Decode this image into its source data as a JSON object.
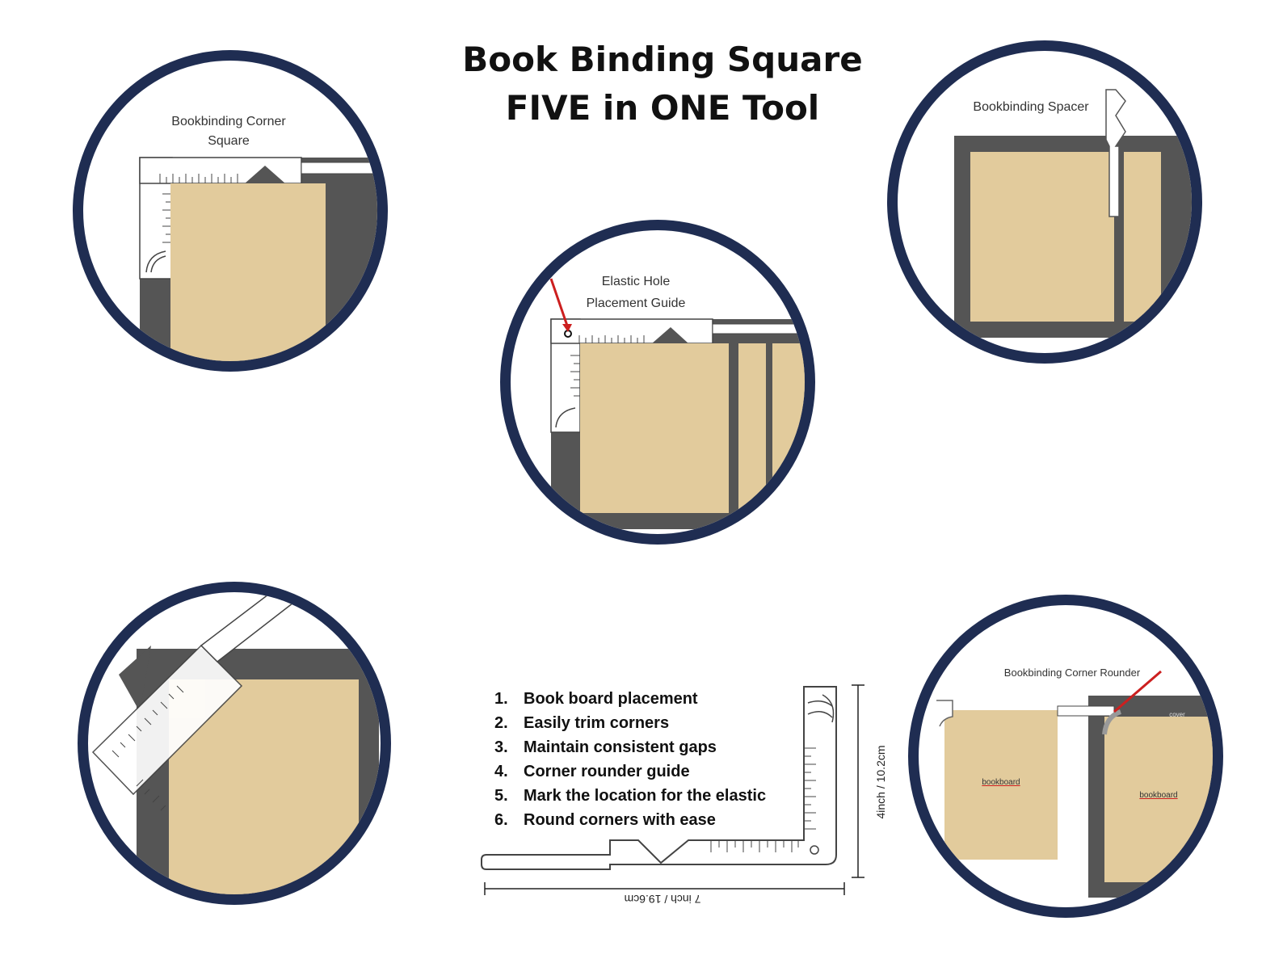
{
  "title": {
    "line1": "Book Binding Square",
    "line2": "FIVE in ONE Tool"
  },
  "panels": {
    "corner_square": {
      "label_line1": "Bookbinding Corner",
      "label_line2": "Square"
    },
    "elastic_guide": {
      "label_line1": "Elastic Hole",
      "label_line2": "Placement Guide"
    },
    "spacer": {
      "label": "Bookbinding Spacer"
    },
    "corner_rounder": {
      "label": "Bookbinding Corner Rounder",
      "left_board": "bookboard",
      "right_board": "bookboard",
      "cover_tag": "cover"
    }
  },
  "features": [
    {
      "num": "1.",
      "text": "Book board placement"
    },
    {
      "num": "2.",
      "text": "Easily trim corners"
    },
    {
      "num": "3.",
      "text": "Maintain consistent gaps"
    },
    {
      "num": "4.",
      "text": "Corner rounder guide"
    },
    {
      "num": "5.",
      "text": "Mark the location for the elastic"
    },
    {
      "num": "6.",
      "text": "Round corners with ease"
    }
  ],
  "dimensions": {
    "width": "7 inch / 19.6cm",
    "height": "4inch / 10.2cm"
  },
  "colors": {
    "ring": "#1f2d52",
    "board": "#e2cb9c",
    "cover": "#555555",
    "arrow": "#cc1f1f"
  }
}
